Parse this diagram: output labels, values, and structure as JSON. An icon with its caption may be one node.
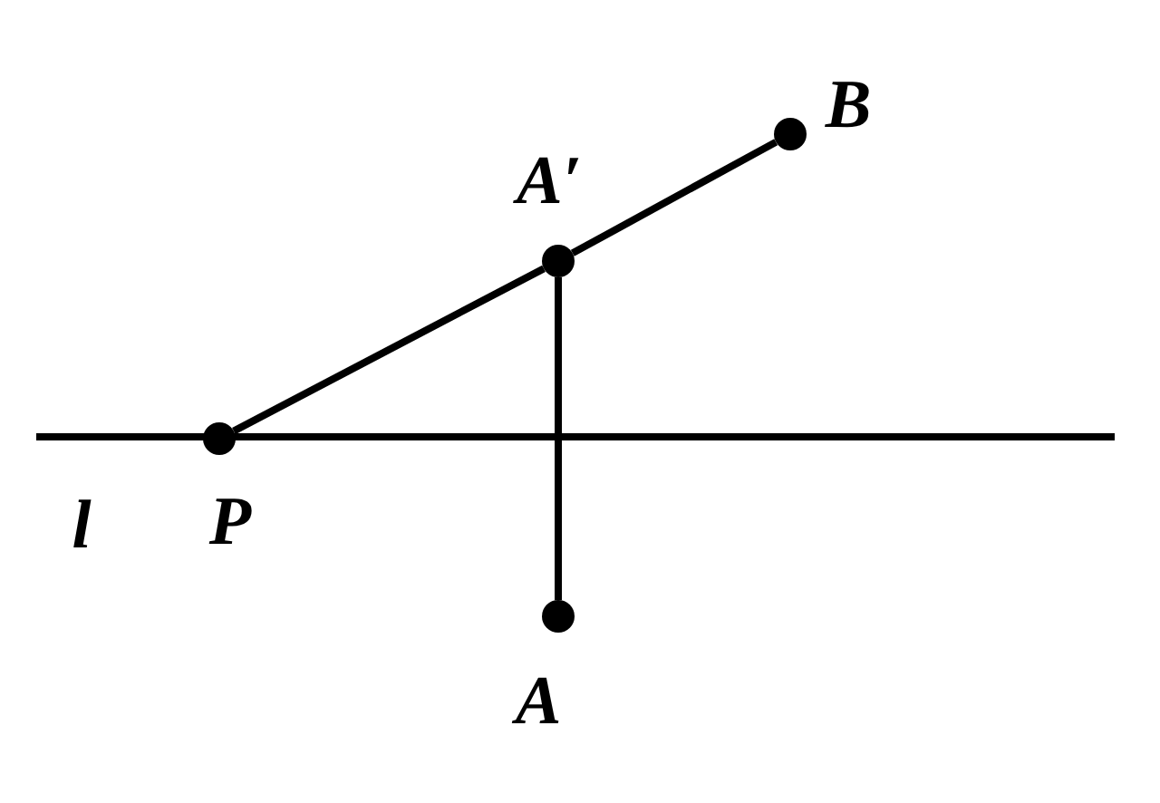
{
  "diagram": {
    "nodes": [
      {
        "text": [],
        "shape": "circle",
        "beside": [
          "A′"
        ]
      },
      {
        "text": [],
        "shape": "circle",
        "beside": [
          "B"
        ]
      },
      {
        "text": [],
        "shape": "circle",
        "beside": [
          "P"
        ]
      },
      {
        "text": [],
        "shape": "circle",
        "beside": [
          "A"
        ]
      }
    ],
    "edges": [
      {
        "from": 2,
        "to": 0,
        "arrow": "none"
      },
      {
        "from": 0,
        "to": 1,
        "arrow": "none"
      },
      {
        "from": 0,
        "to": 3,
        "arrow": "none"
      }
    ],
    "labels": [
      "l"
    ]
  }
}
